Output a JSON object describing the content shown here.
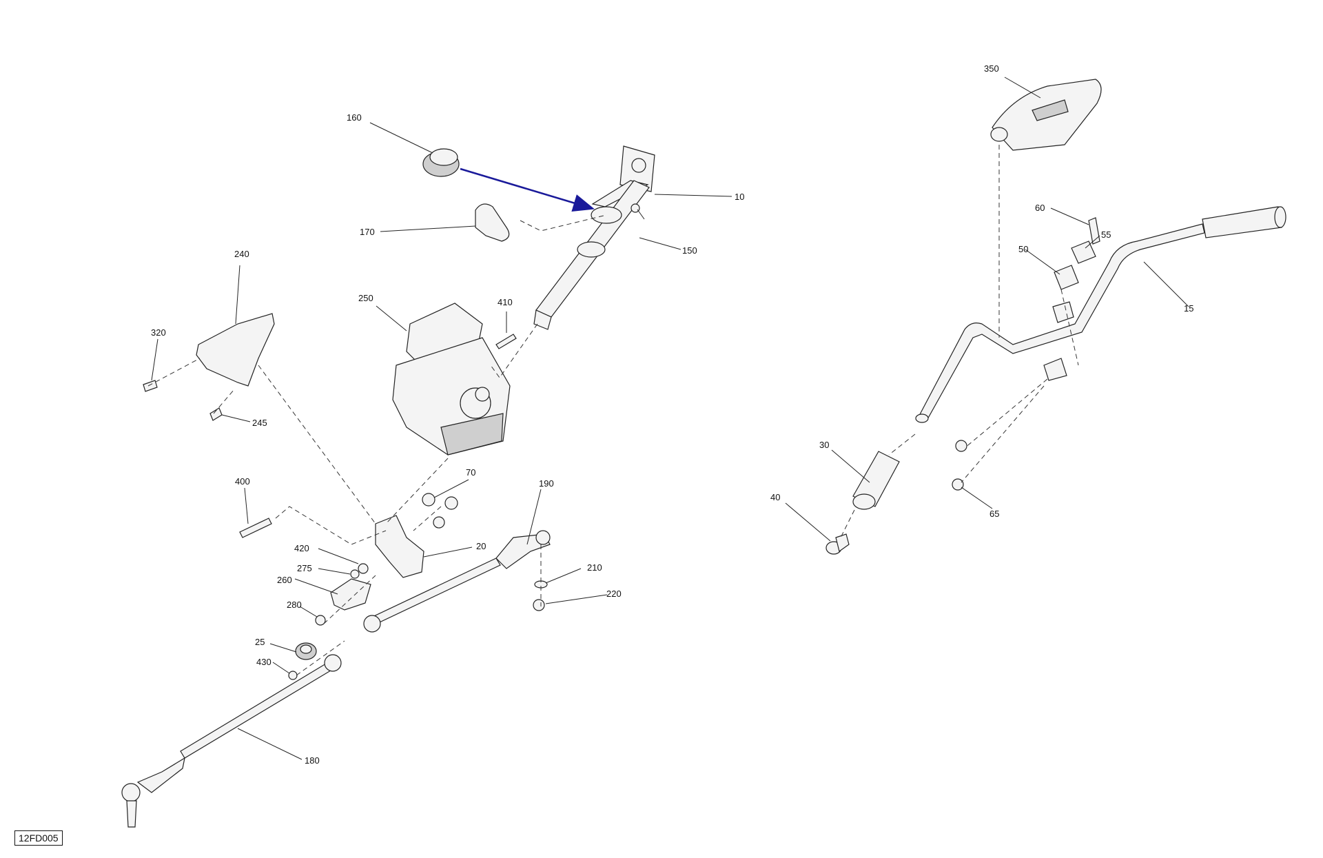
{
  "diagram_code": "12FD005",
  "colors": {
    "arrow": "#1a1a9a",
    "line": "#222222"
  },
  "callouts": [
    {
      "id": "c160",
      "label": "160"
    },
    {
      "id": "c10",
      "label": "10"
    },
    {
      "id": "c170",
      "label": "170"
    },
    {
      "id": "c150",
      "label": "150"
    },
    {
      "id": "c240",
      "label": "240"
    },
    {
      "id": "c250",
      "label": "250"
    },
    {
      "id": "c410",
      "label": "410"
    },
    {
      "id": "c320",
      "label": "320"
    },
    {
      "id": "c245",
      "label": "245"
    },
    {
      "id": "c400",
      "label": "400"
    },
    {
      "id": "c70",
      "label": "70"
    },
    {
      "id": "c190",
      "label": "190"
    },
    {
      "id": "c420",
      "label": "420"
    },
    {
      "id": "c20",
      "label": "20"
    },
    {
      "id": "c275",
      "label": "275"
    },
    {
      "id": "c260",
      "label": "260"
    },
    {
      "id": "c210",
      "label": "210"
    },
    {
      "id": "c220",
      "label": "220"
    },
    {
      "id": "c280",
      "label": "280"
    },
    {
      "id": "c25",
      "label": "25"
    },
    {
      "id": "c430",
      "label": "430"
    },
    {
      "id": "c180",
      "label": "180"
    },
    {
      "id": "c350",
      "label": "350"
    },
    {
      "id": "c60",
      "label": "60"
    },
    {
      "id": "c55",
      "label": "55"
    },
    {
      "id": "c50",
      "label": "50"
    },
    {
      "id": "c15",
      "label": "15"
    },
    {
      "id": "c30",
      "label": "30"
    },
    {
      "id": "c40",
      "label": "40"
    },
    {
      "id": "c65",
      "label": "65"
    }
  ]
}
